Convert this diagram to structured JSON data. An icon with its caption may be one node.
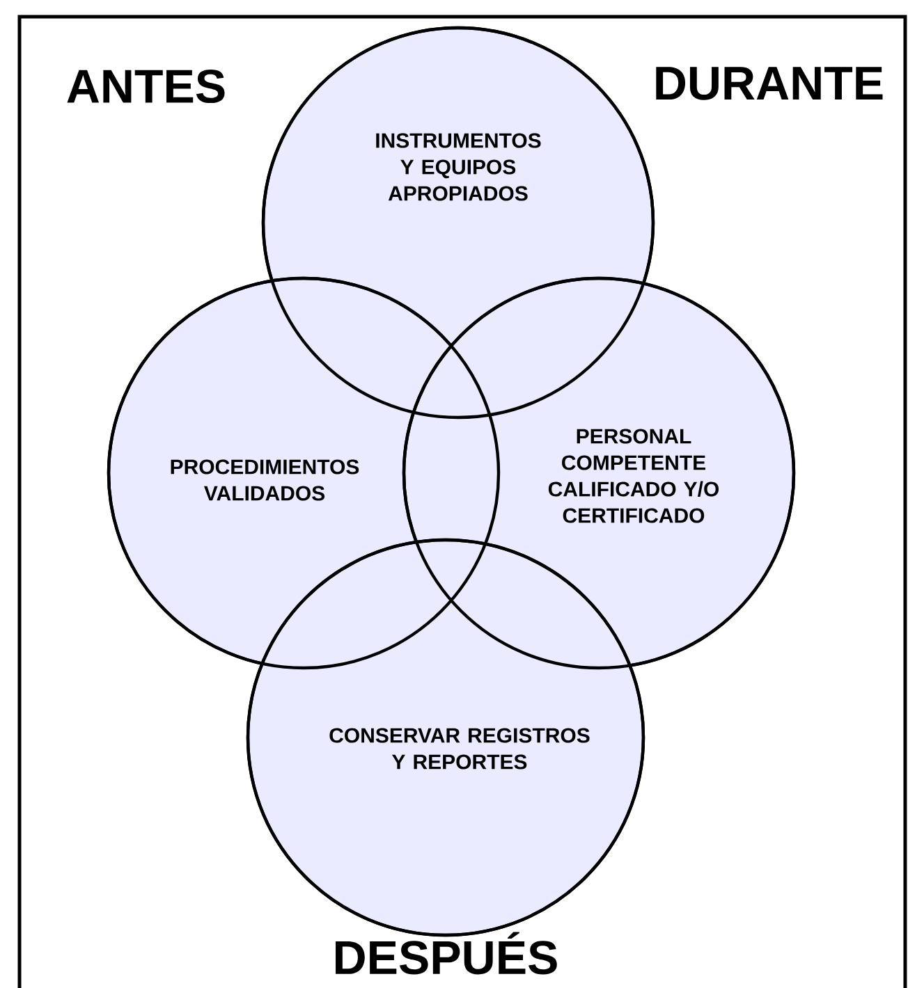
{
  "diagram": {
    "nodes": [
      {
        "text": [
          "INSTRUMENTOS Y EQUIPOS APROPIADOS"
        ]
      },
      {
        "text": [
          "PROCEDIMIENTOS VALIDADOS"
        ]
      },
      {
        "text": [
          "PERSONAL COMPETENTE CALIFICADO Y/O CERTIFICADO"
        ]
      },
      {
        "text": [
          "CONSERVAR REGISTROS Y REPORTES"
        ]
      }
    ],
    "labels": [
      "ANTES",
      "DURANTE",
      "DESPUÉS"
    ]
  }
}
